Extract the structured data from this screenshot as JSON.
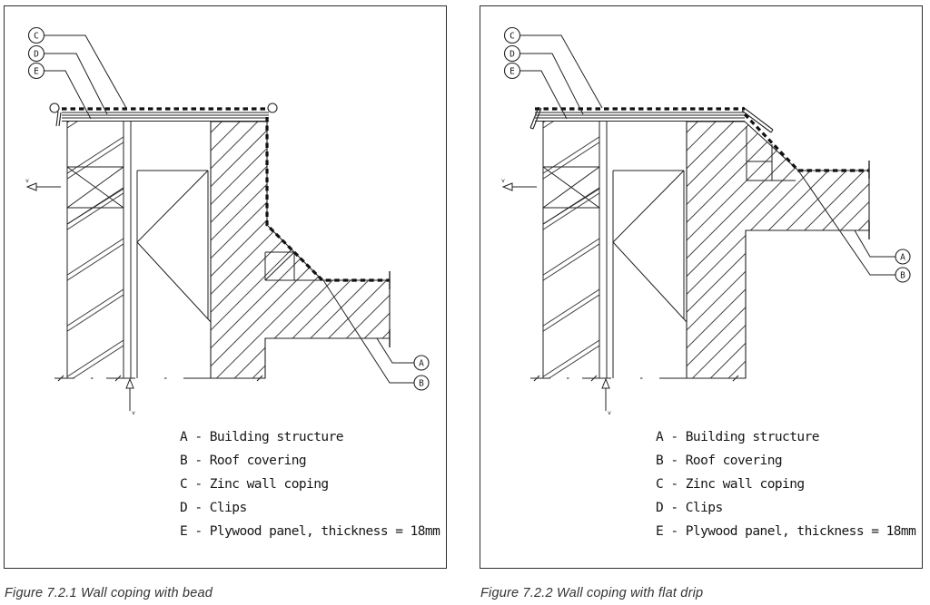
{
  "figures": [
    {
      "caption": "Figure 7.2.1 Wall coping with bead"
    },
    {
      "caption": "Figure 7.2.2 Wall coping with flat drip"
    }
  ],
  "callouts": {
    "a": "A",
    "b": "B",
    "c": "C",
    "d": "D",
    "e": "E"
  },
  "legend": {
    "items": [
      "A - Building structure",
      "B - Roof covering",
      "C - Zinc wall coping",
      "D - Clips",
      "E - Plywood panel, thickness = 18mm"
    ]
  },
  "markers": {
    "flow_label": "v"
  },
  "colors": {
    "line": "#222222",
    "membrane": "#111111",
    "caption_text": "#333333"
  }
}
